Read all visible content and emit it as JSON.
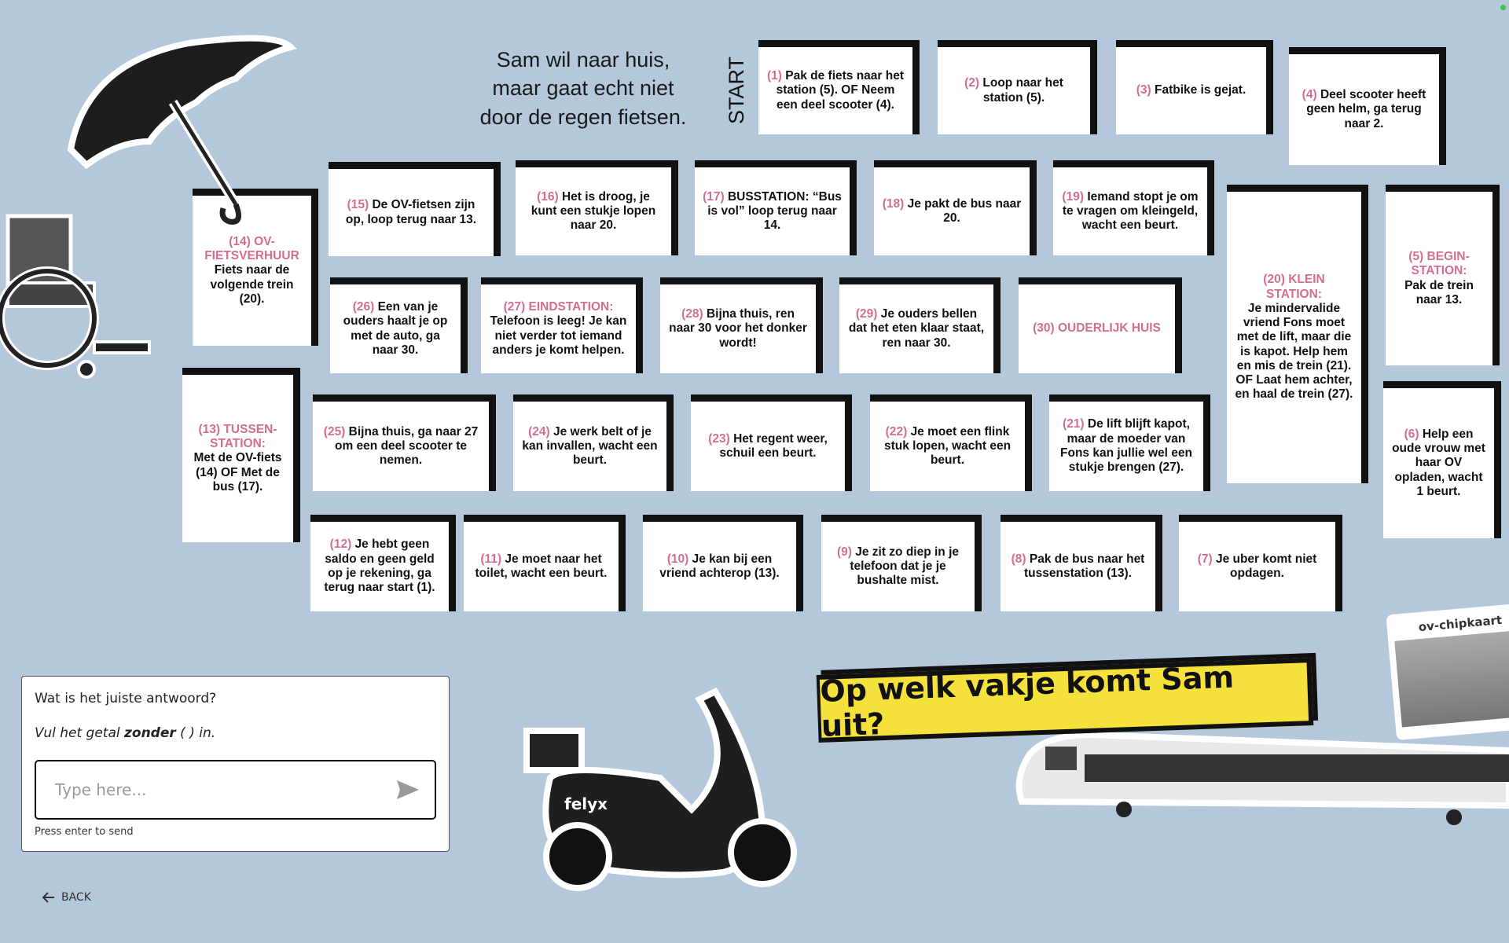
{
  "board": {
    "title_lines": [
      "Sam wil naar huis,",
      "maar gaat echt niet",
      "door de regen fietsen."
    ],
    "start_label": "START",
    "question_banner": "Op welk vakje komt Sam uit?",
    "tiles": [
      {
        "num": "(1)",
        "label": "",
        "text": "Pak de fiets naar het station (5). OF Neem een deel scooter (4)."
      },
      {
        "num": "(2)",
        "label": "",
        "text": "Loop naar het station (5)."
      },
      {
        "num": "(3)",
        "label": "",
        "text": "Fatbike is gejat."
      },
      {
        "num": "(4)",
        "label": "",
        "text": "Deel scooter heeft geen helm, ga terug naar 2."
      },
      {
        "num": "(5)",
        "label": "BEGIN-STATION:",
        "text": "Pak de trein naar 13."
      },
      {
        "num": "(6)",
        "label": "",
        "text": "Help een oude vrouw met haar OV opladen, wacht 1 beurt."
      },
      {
        "num": "(7)",
        "label": "",
        "text": "Je uber komt niet opdagen."
      },
      {
        "num": "(8)",
        "label": "",
        "text": "Pak de bus naar het tussenstation (13)."
      },
      {
        "num": "(9)",
        "label": "",
        "text": "Je zit zo diep in je telefoon dat je je bushalte mist."
      },
      {
        "num": "(10)",
        "label": "",
        "text": "Je kan bij een vriend achterop (13)."
      },
      {
        "num": "(11)",
        "label": "",
        "text": "Je moet naar het toilet, wacht een beurt."
      },
      {
        "num": "(12)",
        "label": "",
        "text": "Je hebt geen saldo en geen geld op je rekening, ga terug naar start (1)."
      },
      {
        "num": "(13)",
        "label": "TUSSEN-STATION:",
        "text": "Met de OV-fiets (14) OF Met de bus (17)."
      },
      {
        "num": "(14)",
        "label": "OV-FIETSVERHUUR",
        "text": "Fiets naar de volgende trein (20)."
      },
      {
        "num": "(15)",
        "label": "",
        "text": "De OV-fietsen zijn op, loop terug naar 13."
      },
      {
        "num": "(16)",
        "label": "",
        "text": "Het is droog, je kunt een stukje lopen naar 20."
      },
      {
        "num": "(17)",
        "label": "",
        "text": "BUSSTATION: “Bus is vol” loop terug naar 14."
      },
      {
        "num": "(18)",
        "label": "",
        "text": "Je pakt de bus naar 20."
      },
      {
        "num": "(19)",
        "label": "",
        "text": "Iemand stopt je om te vragen om kleingeld, wacht een beurt."
      },
      {
        "num": "(20)",
        "label": "KLEIN STATION:",
        "text": "Je mindervalide vriend Fons moet met de lift, maar die is kapot. Help hem en mis de trein (21). OF Laat hem achter, en haal de trein (27)."
      },
      {
        "num": "(21)",
        "label": "",
        "text": "De lift blijft kapot, maar de moeder van Fons kan jullie wel een stukje brengen (27)."
      },
      {
        "num": "(22)",
        "label": "",
        "text": "Je moet een flink stuk lopen, wacht een beurt."
      },
      {
        "num": "(23)",
        "label": "",
        "text": "Het regent weer, schuil een beurt."
      },
      {
        "num": "(24)",
        "label": "",
        "text": "Je werk belt of je kan invallen, wacht een beurt."
      },
      {
        "num": "(25)",
        "label": "",
        "text": "Bijna thuis, ga naar 27 om een deel scooter te nemen."
      },
      {
        "num": "(26)",
        "label": "",
        "text": "Een van je ouders haalt je op met de auto, ga naar 30."
      },
      {
        "num": "(27)",
        "label": "EINDSTATION:",
        "text": "Telefoon is leeg! Je kan niet verder tot iemand anders je komt helpen."
      },
      {
        "num": "(28)",
        "label": "",
        "text": "Bijna thuis, ren naar 30 voor het donker wordt!"
      },
      {
        "num": "(29)",
        "label": "",
        "text": "Je ouders bellen dat het eten klaar staat, ren naar 30."
      },
      {
        "num": "(30)",
        "label": "OUDERLIJK HUIS",
        "text": ""
      }
    ],
    "images": {
      "scooter_brand": "felyx",
      "card_label": "ov-chipkaart"
    }
  },
  "answer": {
    "question": "Wat is het juiste antwoord?",
    "hint_prefix": "Vul het getal ",
    "hint_bold": "zonder",
    "hint_suffix": " ( ) in.",
    "placeholder": "Type here...",
    "value": "",
    "press_hint": "Press enter to send",
    "send_icon": "send-arrow-icon"
  },
  "nav": {
    "back_label": "BACK",
    "back_icon": "arrow-left-icon"
  },
  "colors": {
    "background": "#b4c7db",
    "accent_pink": "#d36f8b",
    "banner_yellow": "#f4e13c"
  }
}
